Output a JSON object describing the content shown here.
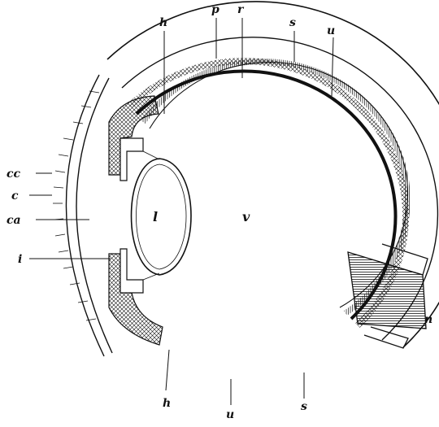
{
  "labels": {
    "cc": "cc",
    "c": "c",
    "ca": "ca",
    "i": "i",
    "h_top": "h",
    "p": "p",
    "r": "r",
    "s_top": "s",
    "u_top": "u",
    "l": "l",
    "v": "v",
    "n": "n",
    "h_bottom": "h",
    "u_bottom": "u",
    "s_bottom": "s"
  },
  "colors": {
    "ink": "#111111",
    "paper": "#ffffff"
  }
}
